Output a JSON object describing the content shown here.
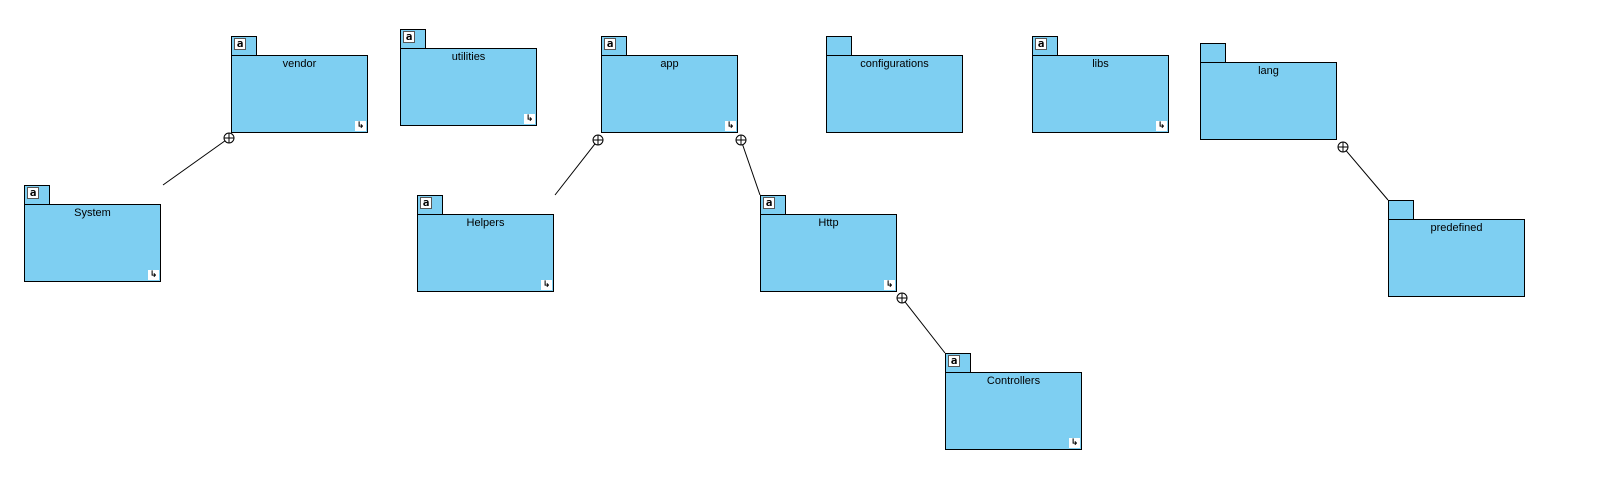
{
  "diagram": {
    "background": "#ffffff",
    "package_fill": "#7ecff2",
    "packages": [
      {
        "id": "vendor",
        "name": "vendor",
        "namespace_icon": "a",
        "link_icon": true
      },
      {
        "id": "utilities",
        "name": "utilities",
        "namespace_icon": "a",
        "link_icon": true
      },
      {
        "id": "app",
        "name": "app",
        "namespace_icon": "a",
        "link_icon": true
      },
      {
        "id": "configurations",
        "name": "configurations",
        "namespace_icon": "",
        "link_icon": false
      },
      {
        "id": "libs",
        "name": "libs",
        "namespace_icon": "a",
        "link_icon": true
      },
      {
        "id": "lang",
        "name": "lang",
        "namespace_icon": "",
        "link_icon": false
      },
      {
        "id": "system",
        "name": "System",
        "namespace_icon": "a",
        "link_icon": true
      },
      {
        "id": "helpers",
        "name": "Helpers",
        "namespace_icon": "a",
        "link_icon": true
      },
      {
        "id": "http",
        "name": "Http",
        "namespace_icon": "a",
        "link_icon": true
      },
      {
        "id": "predefined",
        "name": "predefined",
        "namespace_icon": "",
        "link_icon": false
      },
      {
        "id": "controllers",
        "name": "Controllers",
        "namespace_icon": "a",
        "link_icon": true
      }
    ],
    "containment": [
      {
        "parent": "vendor",
        "child": "system"
      },
      {
        "parent": "app",
        "child": "helpers"
      },
      {
        "parent": "app",
        "child": "http"
      },
      {
        "parent": "http",
        "child": "controllers"
      },
      {
        "parent": "lang",
        "child": "predefined"
      }
    ]
  }
}
